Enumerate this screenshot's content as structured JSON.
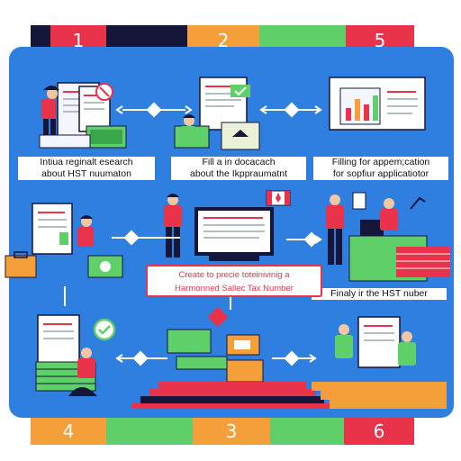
{
  "steps_top": [
    {
      "label": "1",
      "color": "#e8334a"
    },
    {
      "label": "2",
      "color": "#f59f3a"
    },
    {
      "label": "5",
      "color": "#e8334a"
    }
  ],
  "steps_bottom": [
    {
      "label": "4",
      "color": "#f59f3a"
    },
    {
      "label": "3",
      "color": "#f59f3a"
    },
    {
      "label": "6",
      "color": "#e8334a"
    }
  ],
  "captions": {
    "c1": "Intiua reginalt esearch\nabout HSТ nuumaton",
    "c2": "Fill a in docacach\nabout the Ikppraumatnt",
    "c3": "Filling for appem;cation\nfor sopfiur applicatiotor",
    "c6": "Finaly ir the HST nuber"
  },
  "banner": "Create to precie toteinivinig a\nHarmonned Sallec Tax Number",
  "colors": {
    "panel": "#2f7fe0",
    "red": "#e8334a",
    "orange": "#f59f3a",
    "green": "#5fcf6a",
    "navy": "#16163a",
    "cream": "#f3f6ff"
  }
}
